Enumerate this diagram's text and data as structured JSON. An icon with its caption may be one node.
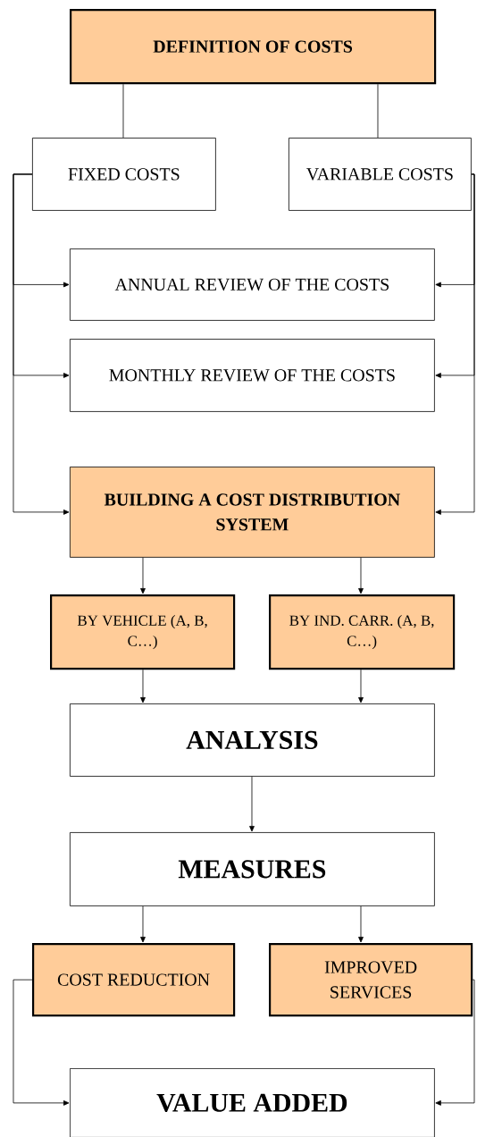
{
  "diagram": {
    "nodes": [
      {
        "text": [
          "DEFINITION OF COSTS"
        ]
      },
      {
        "text": [
          "FIXED COSTS"
        ]
      },
      {
        "text": [
          "VARIABLE COSTS"
        ]
      },
      {
        "text": [
          "ANNUAL REVIEW OF THE COSTS"
        ]
      },
      {
        "text": [
          "MONTHLY REVIEW OF THE COSTS"
        ]
      },
      {
        "text": [
          "BUILDING A COST DISTRIBUTION SYSTEM"
        ]
      },
      {
        "text": [
          "BY VEHICLE (A, B, C…)"
        ]
      },
      {
        "text": [
          "BY IND. CARR. (A, B, C…)"
        ]
      },
      {
        "text": [
          "ANALYSIS"
        ]
      },
      {
        "text": [
          "MEASURES"
        ]
      },
      {
        "text": [
          "COST REDUCTION"
        ]
      },
      {
        "text": [
          "IMPROVED SERVICES"
        ]
      },
      {
        "text": [
          "VALUE ADDED"
        ]
      }
    ],
    "edges": [
      {
        "from": 0,
        "to": 1,
        "arrow": "none"
      },
      {
        "from": 0,
        "to": 2,
        "arrow": "none"
      },
      {
        "from": 1,
        "to": 3,
        "arrow": "to"
      },
      {
        "from": 1,
        "to": 4,
        "arrow": "to"
      },
      {
        "from": 1,
        "to": 5,
        "arrow": "to"
      },
      {
        "from": 2,
        "to": 3,
        "arrow": "to"
      },
      {
        "from": 2,
        "to": 4,
        "arrow": "to"
      },
      {
        "from": 2,
        "to": 5,
        "arrow": "to"
      },
      {
        "from": 5,
        "to": 6,
        "arrow": "to"
      },
      {
        "from": 5,
        "to": 7,
        "arrow": "to"
      },
      {
        "from": 6,
        "to": 8,
        "arrow": "to"
      },
      {
        "from": 7,
        "to": 8,
        "arrow": "to"
      },
      {
        "from": 8,
        "to": 9,
        "arrow": "to"
      },
      {
        "from": 9,
        "to": 10,
        "arrow": "to"
      },
      {
        "from": 9,
        "to": 11,
        "arrow": "to"
      },
      {
        "from": 10,
        "to": 12,
        "arrow": "to"
      },
      {
        "from": 11,
        "to": 12,
        "arrow": "to"
      }
    ]
  }
}
